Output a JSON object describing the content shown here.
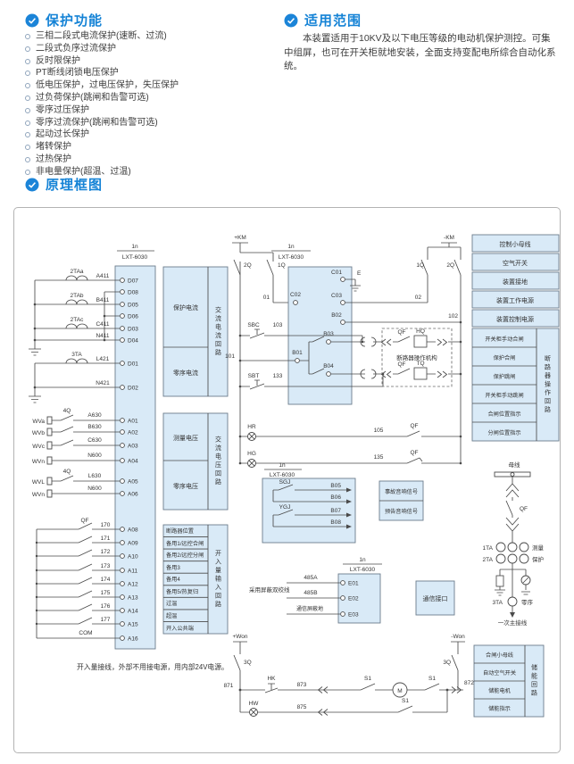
{
  "sections": {
    "protection": {
      "title": "保护功能",
      "items": [
        "三相二段式电流保护(速断、过流)",
        "二段式负序过流保护",
        "反时限保护",
        "PT断线闭锁电压保护",
        "低电压保护，过电压保护，失压保护",
        "过负荷保护(跳闸和告警可选)",
        "零序过压保护",
        "零序过流保护(跳闸和告警可选)",
        "起动过长保护",
        "堵转保护",
        "过热保护",
        "非电量保护(超温、过温)"
      ]
    },
    "scope": {
      "title": "适用范围",
      "text": "本装置适用于10KV及以下电压等级的电动机保护测控。可集中组屏，也可在开关柜就地安装，全面支持变配电所综合自动化系统。"
    },
    "diagram": {
      "title": "原理框图"
    }
  },
  "device": {
    "n": "1n",
    "model": "LXT-6030"
  },
  "colors": {
    "accent": "#1583d6",
    "block_fill": "#d9eaf7"
  },
  "diagram": {
    "current": {
      "rows": [
        {
          "ct": "2TAa",
          "wire": "A411",
          "term": "D07"
        },
        {
          "ct": "2TAb",
          "wire": "B411",
          "term": "D05"
        },
        {
          "ct": "2TAc",
          "wire": "C411",
          "term": "D03"
        },
        {
          "wire": "N411",
          "term": "D04"
        },
        {
          "ct": "3TA",
          "wire": "L421",
          "term": "D01"
        },
        {
          "wire": "N421",
          "term": "D02"
        }
      ],
      "spares": [
        "D08",
        "D06"
      ]
    },
    "voltage": {
      "switch": "4Q",
      "rows": [
        {
          "src": "WVa",
          "wire": "A630",
          "term": "A01"
        },
        {
          "src": "WVb",
          "wire": "B630",
          "term": "A02"
        },
        {
          "src": "WVc",
          "wire": "C630",
          "term": "A03"
        },
        {
          "src": "WVn",
          "wire": "N600",
          "term": "A04"
        },
        {
          "src": "WVL",
          "wire": "L630",
          "term": "A05"
        },
        {
          "src": "WVn",
          "wire": "N600",
          "term": "A06"
        }
      ]
    },
    "di": {
      "switch": "QF",
      "rows": [
        {
          "wire": "170",
          "term": "A08"
        },
        {
          "wire": "171",
          "term": "A09"
        },
        {
          "wire": "172",
          "term": "A10"
        },
        {
          "wire": "173",
          "term": "A11"
        },
        {
          "wire": "174",
          "term": "A12"
        },
        {
          "wire": "175",
          "term": "A13"
        },
        {
          "wire": "176",
          "term": "A14"
        },
        {
          "wire": "177",
          "term": "A15"
        },
        {
          "wire": "COM",
          "term": "A16"
        }
      ]
    },
    "left_blocks": {
      "current": {
        "rows": [
          "保护电流",
          "零序电流"
        ],
        "side": "交流电流回路"
      },
      "voltage": {
        "rows": [
          "测量电压",
          "零序电压"
        ],
        "side": "交流电压回路"
      },
      "di": {
        "rows": [
          "断路器位置",
          "备用1/远控合闸",
          "备用2/远控分闸",
          "备用3",
          "备用4",
          "备用5/热复归",
          "过温",
          "超温",
          "开入公共端"
        ],
        "side": "开入量输入回路"
      }
    },
    "control": {
      "km_pos": "+KM",
      "km_neg": "-KM",
      "q2": "2Q",
      "q1": "1Q",
      "e": "E",
      "c01": "C01",
      "c02": "C02",
      "c03": "C03",
      "b01": "B01",
      "b02": "B02",
      "b03": "B03",
      "b04": "B04",
      "w01": "01",
      "w02": "02",
      "w101": "101",
      "w102": "102",
      "w103": "103",
      "w133": "133",
      "w105": "105",
      "w135": "135",
      "sbc": "SBC",
      "sbt": "SBT",
      "hr": "HR",
      "hg": "HG",
      "qf": "QF",
      "mech": {
        "label": "断路器操作机构",
        "hq": "HQ",
        "tq": "TQ"
      }
    },
    "right_blocks": {
      "singles": [
        "控制小母线",
        "空气开关",
        "装置接地",
        "装置工作电源",
        "装置控制电源"
      ],
      "group": {
        "rows": [
          "开关柜手动合闸",
          "保护合闸",
          "保护跳闸",
          "开关柜手动跳闸",
          "合闸位置指示",
          "分闸位置指示"
        ],
        "side": "断路器操作回路"
      }
    },
    "oneline": {
      "bus": "母线",
      "qf": "QF",
      "ta1": "1TA",
      "ta2": "2TA",
      "ta3": "3TA",
      "use1": "测量",
      "use2": "保护",
      "use3": "零序",
      "caption": "一次主接线"
    },
    "signal": {
      "sgj": "SGJ",
      "ygj": "YGJ",
      "b05": "B05",
      "b06": "B06",
      "b07": "B07",
      "b08": "B08",
      "blocks": [
        "事故音响信号",
        "预告音响信号"
      ]
    },
    "comm": {
      "note": "采用屏蔽双绞线",
      "w1": "485A",
      "w2": "485B",
      "w3": "通信屏蔽地",
      "e01": "E01",
      "e02": "E02",
      "e03": "E03",
      "block": "通信接口"
    },
    "bottom": {
      "note": "开入量接线，外部不用接电源，用内部24V电源。",
      "wp": "+Won",
      "wn": "-Won",
      "q3": "3Q",
      "w871": "871",
      "w872": "872",
      "w873": "873",
      "w875": "875",
      "hk": "HK",
      "hw": "HW",
      "s1": "S1",
      "m": "M",
      "blocks": {
        "rows": [
          "合闸小母线",
          "自动空气开关",
          "储能电机",
          "储能指示"
        ],
        "side": "储能回路"
      }
    }
  }
}
